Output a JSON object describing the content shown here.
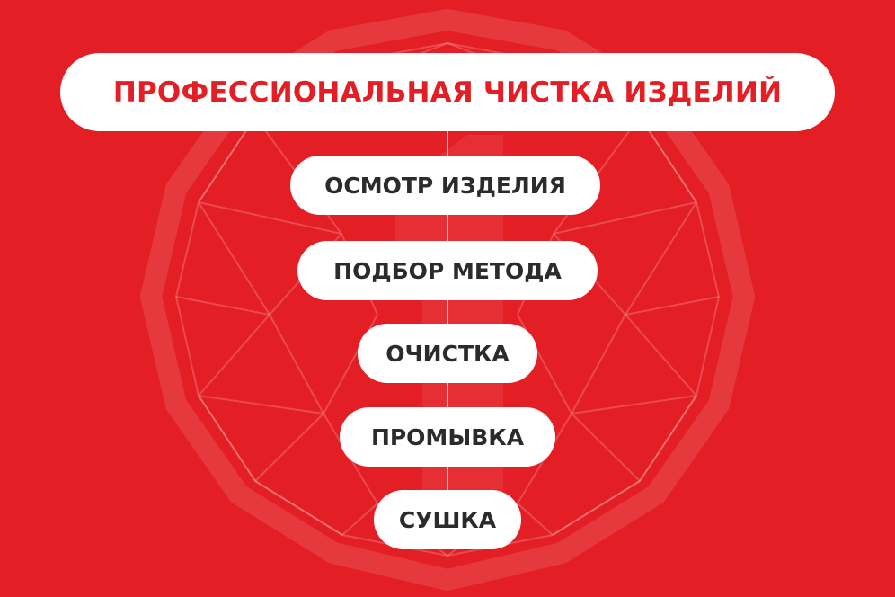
{
  "title": "ПРОФЕССИОНАЛЬНАЯ ЧИСТКА ИЗДЕЛИЙ",
  "steps": [
    {
      "label": "ОСМОТР ИЗДЕЛИЯ"
    },
    {
      "label": "ПОДБОР МЕТОДА"
    },
    {
      "label": "ОЧИСТКА"
    },
    {
      "label": "ПРОМЫВКА"
    },
    {
      "label": "СУШКА"
    }
  ],
  "colors": {
    "background": "#e31e24",
    "pill": "#ffffff",
    "title_text": "#e31e24",
    "step_text": "#2b2b2b",
    "connector": "#d1d1d1"
  },
  "background_motif": "faceted-gem-watermark"
}
